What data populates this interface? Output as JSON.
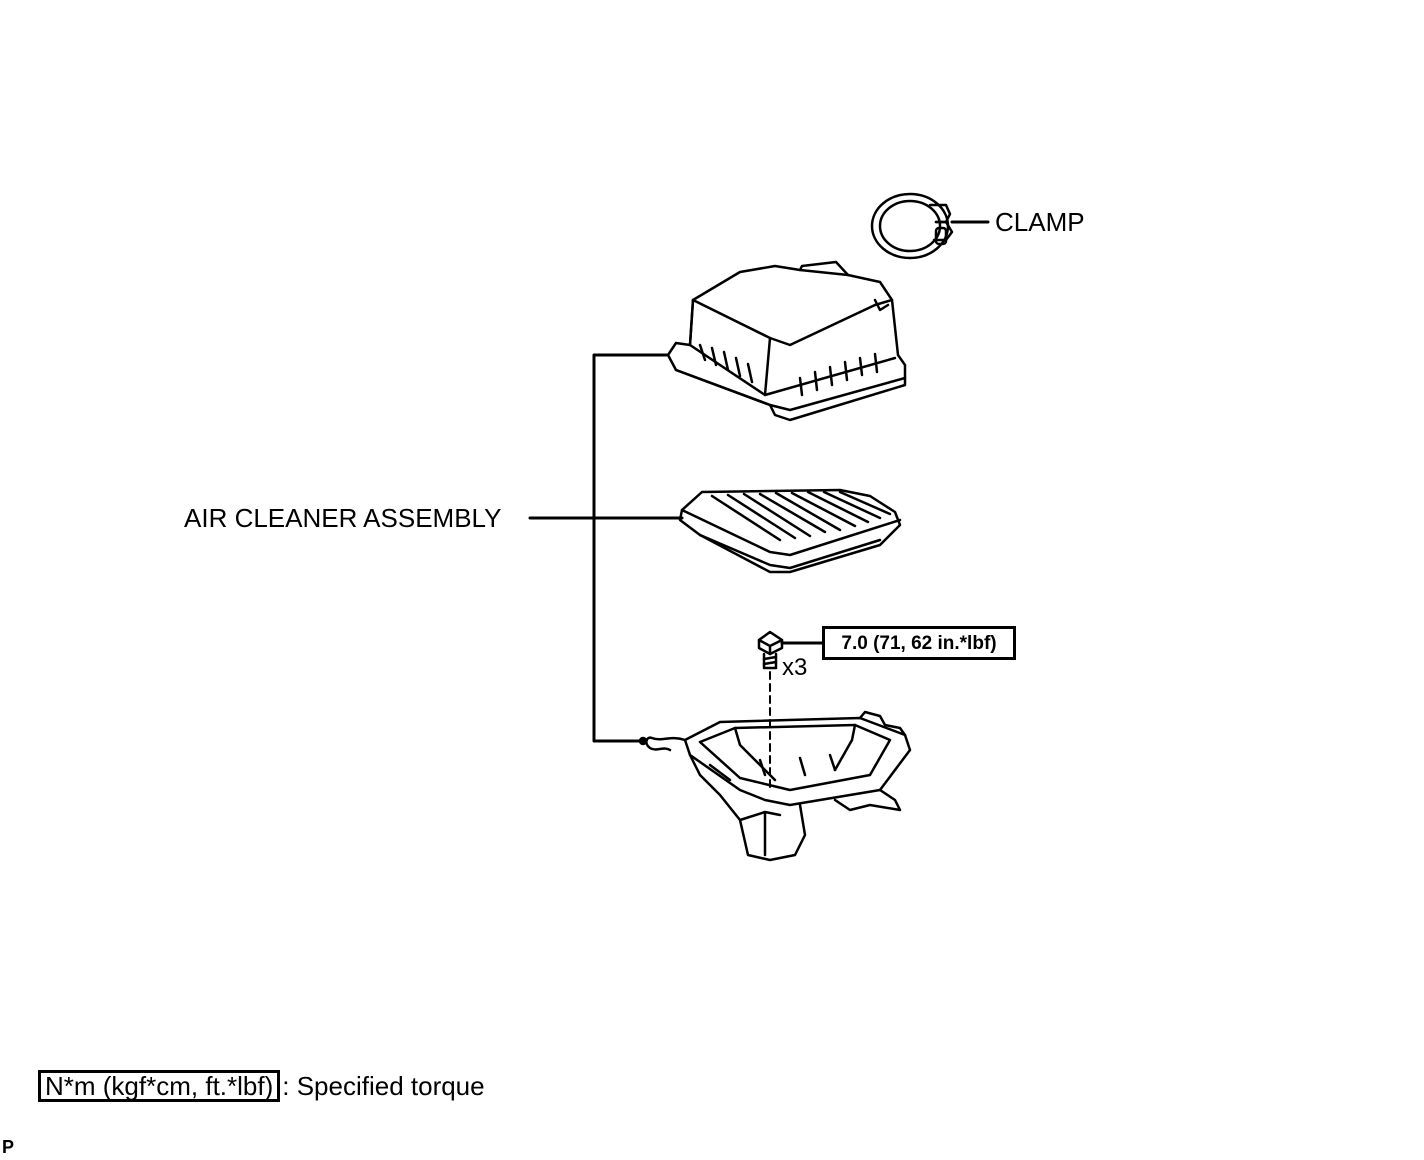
{
  "labels": {
    "clamp": "CLAMP",
    "air_cleaner_assembly": "AIR CLEANER ASSEMBLY",
    "torque_value": "7.0 (71, 62 in.*lbf)",
    "bolt_quantity": "x3"
  },
  "legend": {
    "torque_units": "N*m (kgf*cm, ft.*lbf)",
    "description": ": Specified torque"
  },
  "corner_mark": "P",
  "colors": {
    "line": "#000000",
    "background": "#ffffff"
  }
}
